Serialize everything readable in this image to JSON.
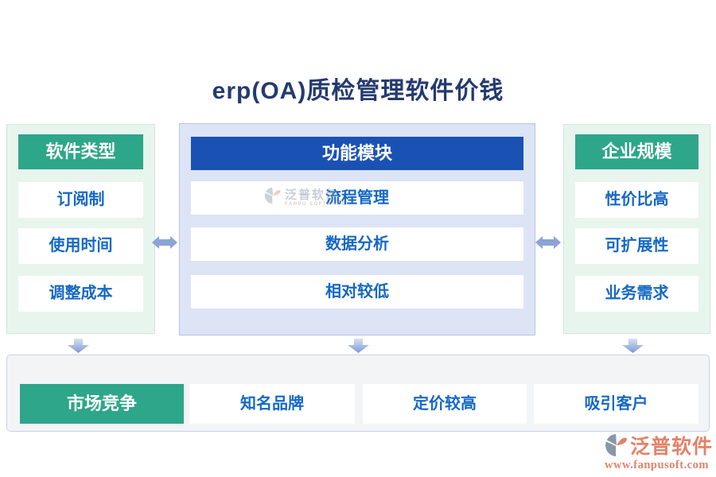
{
  "title": "erp(OA)质检管理软件价钱",
  "columns": [
    {
      "header": "软件类型",
      "style": "green",
      "items": [
        "订阅制",
        "使用时间",
        "调整成本"
      ]
    },
    {
      "header": "功能模块",
      "style": "blue",
      "items": [
        "流程管理",
        "数据分析",
        "相对较低"
      ]
    },
    {
      "header": "企业规模",
      "style": "green",
      "items": [
        "性价比高",
        "可扩展性",
        "业务需求"
      ]
    }
  ],
  "bottom": {
    "header": "市场竞争",
    "items": [
      "知名品牌",
      "定价较高",
      "吸引客户"
    ]
  },
  "watermark": {
    "brand": "泛普软件",
    "brand_sub": "FANPU SOFTWARE"
  },
  "footer": {
    "brand": "泛普软件",
    "url": "www.fanpusoft.com"
  },
  "colors": {
    "green_accent": "#2EA689",
    "blue_header": "#1A52B4",
    "item_text_blue": "#1568C6",
    "title_navy": "#243A70",
    "arrow_blue": "#8BA3D8",
    "mint_panel_bg": "#E8F5EF",
    "mint_panel_border": "#CDE9DC",
    "center_panel_bg": "#DCE4F6",
    "center_panel_border": "#B8C4E6",
    "bottom_panel_bg": "#F2F4F6",
    "bottom_panel_border": "#C7D2E8",
    "logo_salmon": "#E2826B",
    "logo_gray": "#8A97A8"
  }
}
